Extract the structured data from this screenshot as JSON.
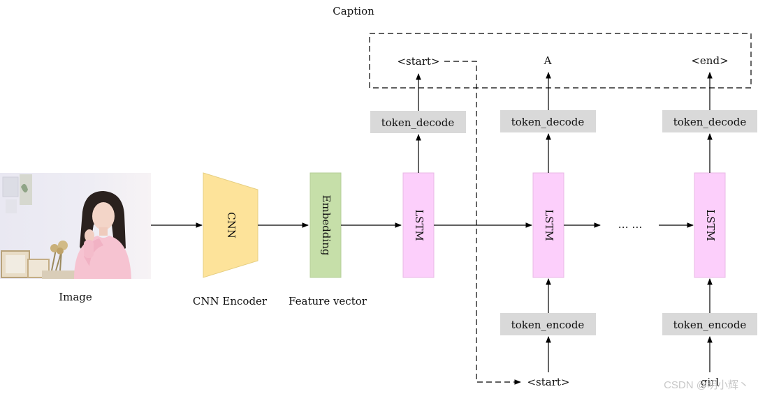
{
  "caption_title": "Caption",
  "image_label": "Image",
  "encoder_label": "CNN Encoder",
  "feature_label": "Feature vector",
  "cnn_text": "CNN",
  "embedding_text": "Embedding",
  "lstm_text": "LSTM",
  "token_decode_label": "token_decode",
  "token_encode_label": "token_encode",
  "outputs": [
    "<start>",
    "A",
    "<end>"
  ],
  "inputs": [
    "<start>",
    "girl"
  ],
  "ellipsis": "… …",
  "watermark": "CSDN @明小辉丶",
  "colors": {
    "cnn": "#fde39a",
    "embedding": "#c6dfa9",
    "lstm": "#fccffb",
    "token_box": "#d9d9d9",
    "line": "#000000"
  }
}
